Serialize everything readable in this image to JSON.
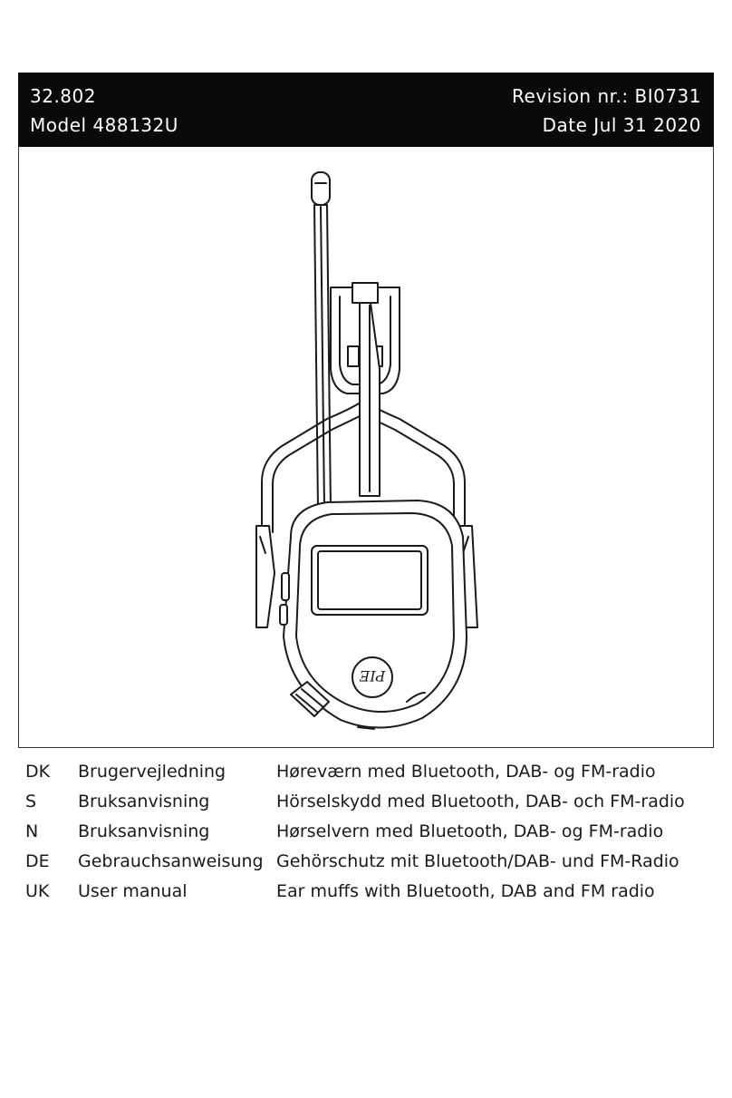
{
  "header": {
    "article_number": "32.802",
    "model": "Model 488132U",
    "revision": "Revision nr.: BI0731",
    "date": "Date Jul 31 2020"
  },
  "product_image": {
    "icon": "ear-muffs-illustration",
    "logo_text": "PIE"
  },
  "languages": [
    {
      "code": "DK",
      "doc": "Brugervejledning",
      "desc": "Høreværn med Bluetooth, DAB- og FM-radio"
    },
    {
      "code": "S",
      "doc": "Bruksanvisning",
      "desc": "Hörselskydd med Bluetooth, DAB- och FM-radio"
    },
    {
      "code": "N",
      "doc": "Bruksanvisning",
      "desc": "Hørselvern med Bluetooth, DAB- og FM-radio"
    },
    {
      "code": "DE",
      "doc": "Gebrauchsanweisung",
      "desc": "Gehörschutz mit Bluetooth/DAB- und FM-Radio"
    },
    {
      "code": "UK",
      "doc": "User manual",
      "desc": "Ear muffs with Bluetooth, DAB and FM radio"
    }
  ]
}
